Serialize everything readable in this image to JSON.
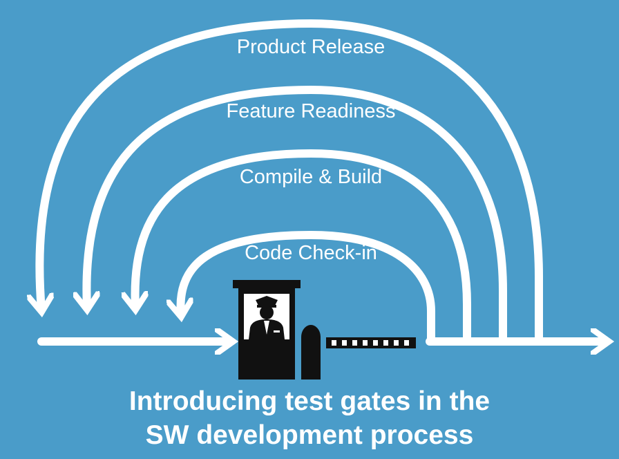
{
  "colors": {
    "background": "#4a9cc9",
    "arrow": "#ffffff",
    "booth": "#111111",
    "text": "#ffffff"
  },
  "gates": [
    {
      "label": "Code Check-in"
    },
    {
      "label": "Compile & Build"
    },
    {
      "label": "Feature Readiness"
    },
    {
      "label": "Product Release"
    }
  ],
  "icons": [
    "toll-booth-guard-icon",
    "barrier-gate-icon"
  ],
  "title": {
    "line1": "Introducing test gates in the",
    "line2": "SW development process"
  }
}
